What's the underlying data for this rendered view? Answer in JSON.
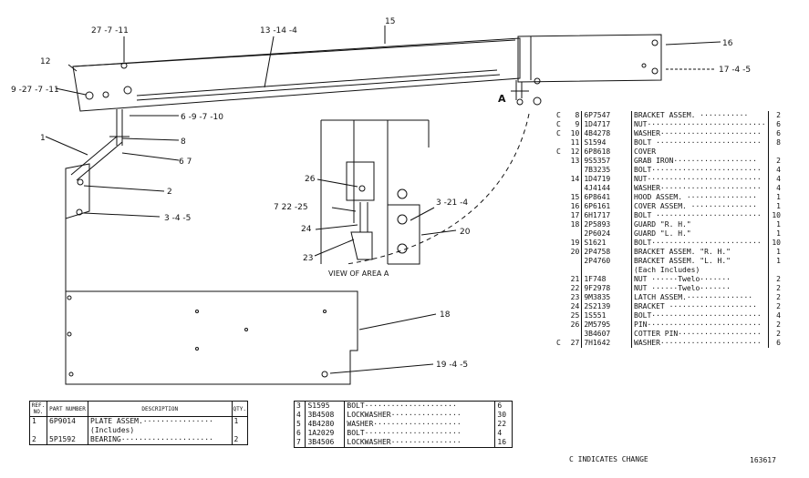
{
  "callouts": {
    "c27_7_11": "27 -7 -11",
    "c13_14_4": "13 -14 -4",
    "c15": "15",
    "c16": "16",
    "c17_4_5": "17 -4 -5",
    "c12": "12",
    "c9_27_7_11": "9 -27 -7 -11",
    "cA": "A",
    "c6_9_7_10": "6 -9 -7 -10",
    "c1": "1",
    "c8": "8",
    "c6_7": "6 7",
    "c2": "2",
    "c3_4_5": "3 -4 -5",
    "c26": "26",
    "c7_22_25": "7 22 -25",
    "c3_21_4": "3 -21 -4",
    "c24": "24",
    "c20": "20",
    "c23": "23",
    "c18": "18",
    "c19_4_5": "19 -4 -5"
  },
  "view_label": "VIEW OF AREA A",
  "right_table": {
    "rows": [
      {
        "mark": "C",
        "ref": "8",
        "part": "6P7547",
        "desc": "BRACKET ASSEM. ···········",
        "qty": "2"
      },
      {
        "mark": "C",
        "ref": "9",
        "part": "1D4717",
        "desc": "NUT···························",
        "qty": "6"
      },
      {
        "mark": "C",
        "ref": "10",
        "part": "4B4278",
        "desc": "WASHER·······················",
        "qty": "6"
      },
      {
        "mark": "",
        "ref": "11",
        "part": "S1594",
        "desc": "BOLT ························",
        "qty": "8"
      },
      {
        "mark": "C",
        "ref": "12",
        "part": "6P8618",
        "desc": "COVER",
        "qty": ""
      },
      {
        "mark": "",
        "ref": "13",
        "part": "9S5357",
        "desc": "GRAB IRON···················",
        "qty": "2"
      },
      {
        "mark": "",
        "ref": "",
        "part": "7B3235",
        "desc": "BOLT·························",
        "qty": "4"
      },
      {
        "mark": "",
        "ref": "14",
        "part": "1D4719",
        "desc": "NUT··························",
        "qty": "4"
      },
      {
        "mark": "",
        "ref": "",
        "part": "4J4144",
        "desc": "WASHER·······················",
        "qty": "4"
      },
      {
        "mark": "",
        "ref": "15",
        "part": "6P8641",
        "desc": "HOOD ASSEM. ················",
        "qty": "1"
      },
      {
        "mark": "",
        "ref": "16",
        "part": "6P6161",
        "desc": "COVER ASSEM. ···············",
        "qty": "1"
      },
      {
        "mark": "",
        "ref": "17",
        "part": "6H1717",
        "desc": "BOLT ························",
        "qty": "10"
      },
      {
        "mark": "",
        "ref": "18",
        "part": "2P5893",
        "desc": "GUARD            \"R. H.\"",
        "qty": "1"
      },
      {
        "mark": "",
        "ref": "",
        "part": "2P6024",
        "desc": "GUARD            \"L. H.\"",
        "qty": "1"
      },
      {
        "mark": "",
        "ref": "19",
        "part": "S1621",
        "desc": "BOLT·························",
        "qty": "10"
      },
      {
        "mark": "",
        "ref": "20",
        "part": "2P4758",
        "desc": "BRACKET ASSEM.      \"R. H.\"",
        "qty": "1"
      },
      {
        "mark": "",
        "ref": "",
        "part": "2P4760",
        "desc": "BRACKET ASSEM.      \"L. H.\"",
        "qty": "1"
      },
      {
        "mark": "",
        "ref": "",
        "part": "",
        "desc": "(Each Includes)",
        "qty": ""
      },
      {
        "mark": "",
        "ref": "21",
        "part": "1F748",
        "desc": "NUT       ······Twelo·······",
        "qty": "2"
      },
      {
        "mark": "",
        "ref": "22",
        "part": "9F2978",
        "desc": "NUT       ······Twelo·······",
        "qty": "2"
      },
      {
        "mark": "",
        "ref": "23",
        "part": "9M3835",
        "desc": "LATCH ASSEM.···············",
        "qty": "2"
      },
      {
        "mark": "",
        "ref": "24",
        "part": "2S2139",
        "desc": "BRACKET ····················",
        "qty": "2"
      },
      {
        "mark": "",
        "ref": "25",
        "part": "1S551",
        "desc": "BOLT·························",
        "qty": "4"
      },
      {
        "mark": "",
        "ref": "26",
        "part": "2M5795",
        "desc": "PIN··························",
        "qty": "2"
      },
      {
        "mark": "",
        "ref": "",
        "part": "3B4607",
        "desc": "COTTER PIN···················",
        "qty": "2"
      },
      {
        "mark": "C",
        "ref": "27",
        "part": "7H1642",
        "desc": "WASHER·······················",
        "qty": "6"
      }
    ]
  },
  "bottom_left_table": {
    "headers": {
      "ref": "REF. NO.",
      "part": "PART NUMBER",
      "desc": "DESCRIPTION",
      "qty": "QTY."
    },
    "rows": [
      {
        "ref": "1",
        "part": "6P9014",
        "desc": "PLATE ASSEM.················",
        "qty": "1"
      },
      {
        "ref": "",
        "part": "",
        "desc": "(Includes)",
        "qty": ""
      },
      {
        "ref": "2",
        "part": "5P1592",
        "desc": "BEARING·····················",
        "qty": "2"
      }
    ]
  },
  "bottom_mid_table": {
    "rows": [
      {
        "ref": "3",
        "part": "S1595",
        "desc": "BOLT·····················",
        "qty": "6"
      },
      {
        "ref": "4",
        "part": "3B4508",
        "desc": "LOCKWASHER················",
        "qty": "30"
      },
      {
        "ref": "5",
        "part": "4B4280",
        "desc": "WASHER····················",
        "qty": "22"
      },
      {
        "ref": "6",
        "part": "1A2029",
        "desc": "BOLT······················",
        "qty": "4"
      },
      {
        "ref": "7",
        "part": "3B4506",
        "desc": "LOCKWASHER················",
        "qty": "16"
      }
    ]
  },
  "legend_note": "C INDICATES CHANGE",
  "drawing_number": "163617"
}
